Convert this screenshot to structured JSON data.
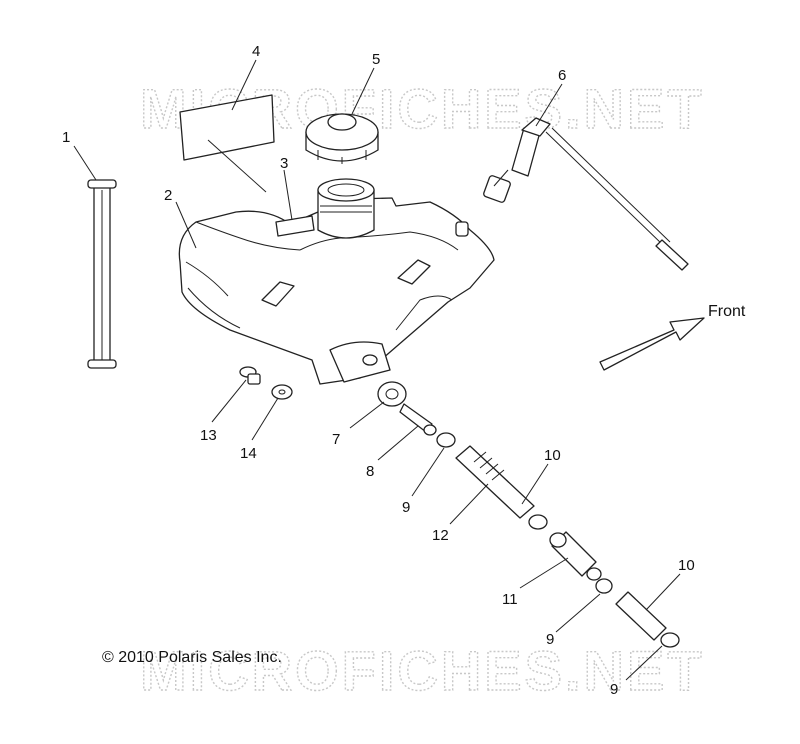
{
  "watermark": "MICROFICHES.NET",
  "copyright": "© 2010 Polaris Sales Inc.",
  "direction_label": "Front",
  "callouts": {
    "c1": "1",
    "c2": "2",
    "c3": "3",
    "c4": "4",
    "c5": "5",
    "c6": "6",
    "c7": "7",
    "c8": "8",
    "c9a": "9",
    "c9b": "9",
    "c9c": "9",
    "c10a": "10",
    "c10b": "10",
    "c11": "11",
    "c12": "12",
    "c13": "13",
    "c14": "14"
  }
}
